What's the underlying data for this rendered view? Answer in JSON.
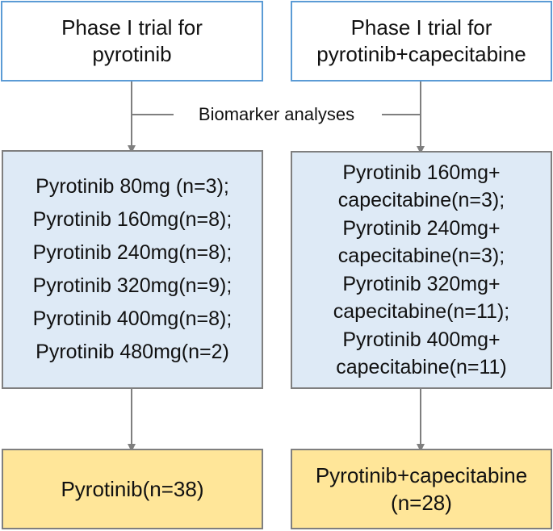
{
  "diagram": {
    "type": "flowchart",
    "colors": {
      "top_border": "#5b9bd5",
      "mid_fill": "#deeaf6",
      "bottom_fill": "#ffe699",
      "connector": "#7f7f7f"
    },
    "left": {
      "trial_title_lines": [
        "Phase I trial for",
        "pyrotinib"
      ],
      "dose_groups": [
        "Pyrotinib 80mg (n=3);",
        "Pyrotinib 160mg(n=8);",
        "Pyrotinib 240mg(n=8);",
        "Pyrotinib 320mg(n=9);",
        "Pyrotinib 400mg(n=8);",
        "Pyrotinib 480mg(n=2)"
      ],
      "total_lines": [
        "Pyrotinib(n=38)"
      ]
    },
    "right": {
      "trial_title_lines": [
        "Phase I trial for",
        "pyrotinib+capecitabine"
      ],
      "dose_groups": [
        "Pyrotinib 160mg+",
        "capecitabine(n=3);",
        "Pyrotinib 240mg+",
        "capecitabine(n=3);",
        "Pyrotinib 320mg+",
        "capecitabine(n=11);",
        "Pyrotinib 400mg+",
        "capecitabine(n=11)"
      ],
      "total_lines": [
        "Pyrotinib+capecitabine",
        "(n=28)"
      ]
    },
    "connector_label": "Biomarker analyses"
  }
}
